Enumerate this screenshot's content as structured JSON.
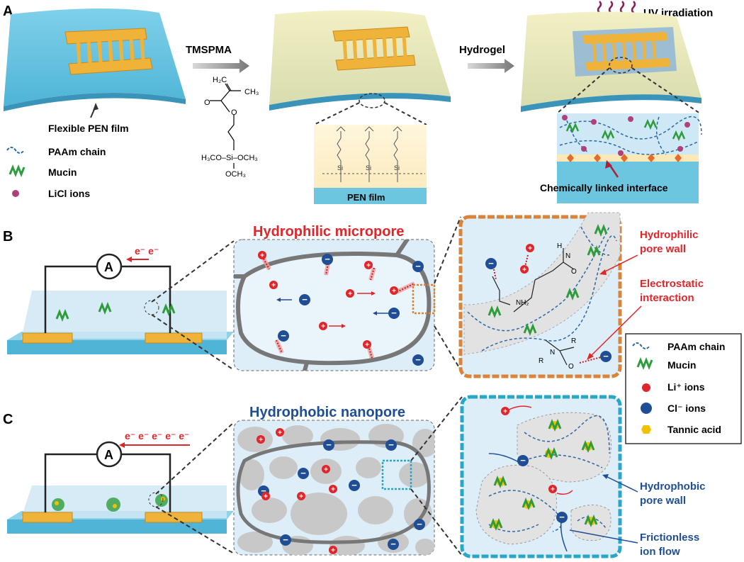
{
  "panel_a": {
    "letter": "A",
    "step1_label": "TMSPMA",
    "step2_label": "Hydrogel",
    "uv_label": "UV irradiation",
    "film_label": "Flexible PEN film",
    "legend": [
      {
        "key": "paam",
        "label": "PAAm chain"
      },
      {
        "key": "mucin",
        "label": "Mucin"
      },
      {
        "key": "licl",
        "label": "LiCl ions"
      }
    ],
    "molecule": {
      "h2c": "H₂C",
      "ch3": "CH₃",
      "o1": "O",
      "o2": "O",
      "si_left": "H₃CO–Si–OCH₃",
      "och3": "OCH₃"
    },
    "inset1_label": "PEN film",
    "inset2_label": "Chemically  linked interface"
  },
  "panel_b": {
    "letter": "B",
    "electrons": "e⁻ e⁻",
    "ammeter": "A",
    "title": "Hydrophilic micropore",
    "ann1": [
      "Hydrophilic",
      "pore wall"
    ],
    "ann2": [
      "Electrostatic",
      "interaction"
    ],
    "chem": {
      "h": "H",
      "n": "N",
      "o": "O",
      "nh2": "NH₂",
      "r1": "R",
      "r2": "R",
      "n2": "N",
      "o2": "O"
    }
  },
  "panel_c": {
    "letter": "C",
    "electrons": "e⁻ e⁻ e⁻ e⁻ e⁻",
    "ammeter": "A",
    "title": "Hydrophobic nanopore",
    "ann1": [
      "Hydrophobic",
      "pore wall"
    ],
    "ann2": [
      "Frictionless",
      "ion flow"
    ]
  },
  "legend_box": [
    {
      "key": "paam",
      "label": "PAAm chain"
    },
    {
      "key": "mucin",
      "label": "Mucin"
    },
    {
      "key": "li",
      "label": "Li⁺ ions"
    },
    {
      "key": "cl",
      "label": "Cl⁻ ions"
    },
    {
      "key": "tannic",
      "label": "Tannic acid"
    }
  ],
  "ion_symbols": {
    "plus": "+",
    "minus": "−"
  },
  "colors": {
    "film_blue": "#6cc6e0",
    "electrode_gold": "#f0b33a",
    "hydrogel_blue": "#cfe8f5",
    "red_annotation": "#e0262b",
    "blue_annotation": "#1f4e96",
    "mucin_green": "#2e9c3c",
    "inset_border_orange": "#d9843a",
    "inset_border_cyan": "#2aa6c9",
    "licl_purple": "#b0407d"
  }
}
